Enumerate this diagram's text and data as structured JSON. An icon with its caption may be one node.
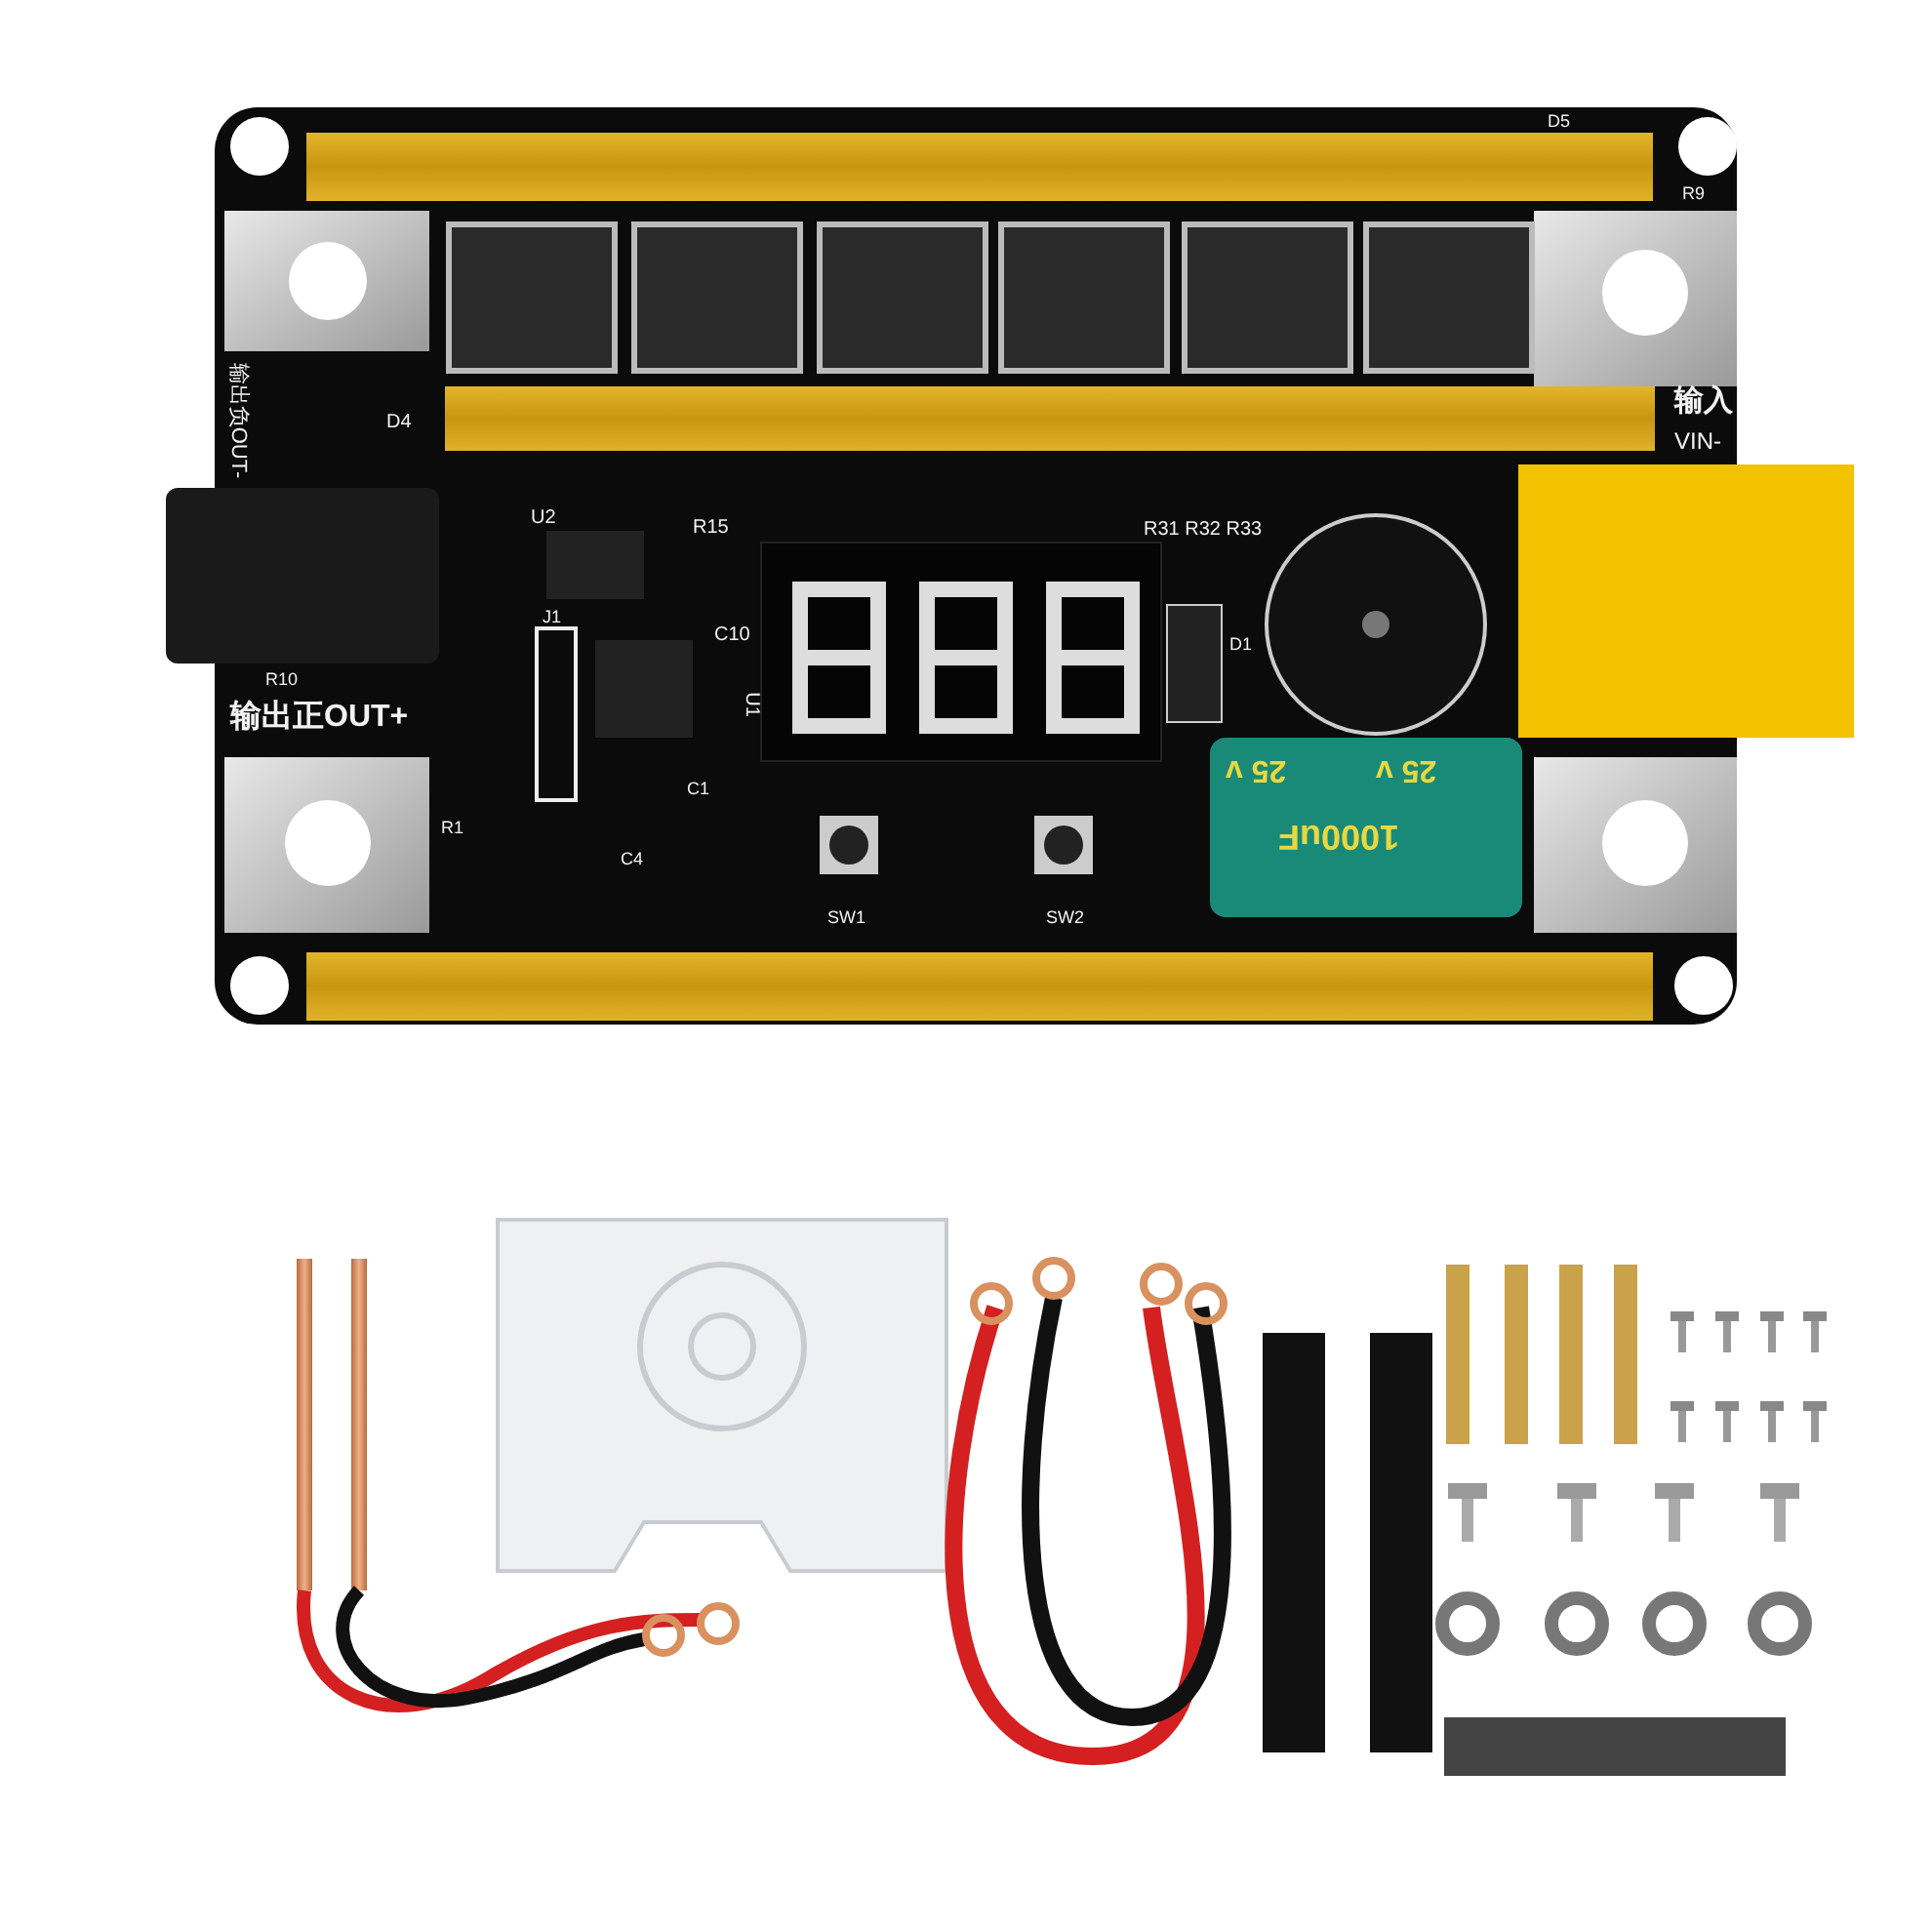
{
  "diagram": {
    "labels": [
      "输出负OUT-",
      "D4",
      "D5",
      "R9",
      "输入",
      "VIN-",
      "U2",
      "R15",
      "C10",
      "J1",
      "U1",
      "R10",
      "输出正OUT+",
      "R1",
      "C1",
      "C4",
      "SW1",
      "SW2",
      "R31 R32 R33",
      "D1",
      "25 v",
      "25 v",
      "1000uF"
    ]
  }
}
